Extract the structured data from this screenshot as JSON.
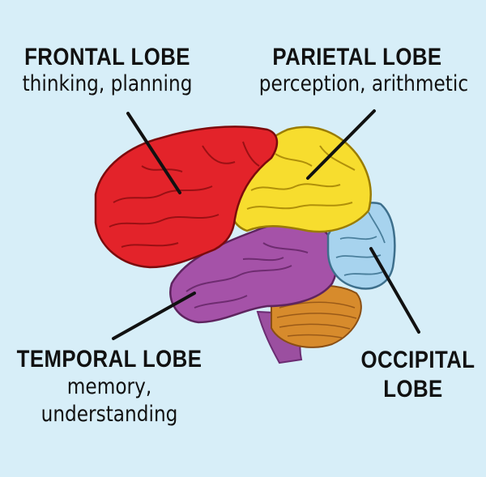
{
  "frontal": {
    "title": "FRONTAL LOBE",
    "description": "thinking, planning"
  },
  "parietal": {
    "title": "PARIETAL LOBE",
    "description": "perception, arithmetic"
  },
  "temporal": {
    "title": "TEMPORAL LOBE",
    "description_line1": "memory,",
    "description_line2": "understanding"
  },
  "occipital": {
    "title_line1": "OCCIPITAL",
    "title_line2": "LOBE"
  },
  "colors": {
    "background": "#d7eef8",
    "frontal": "#e3232a",
    "parietal": "#f7dd2e",
    "temporal": "#a552a8",
    "occipital": "#a7d3ee",
    "cerebellum": "#d78b2c",
    "brainstem": "#9b4fa0"
  }
}
